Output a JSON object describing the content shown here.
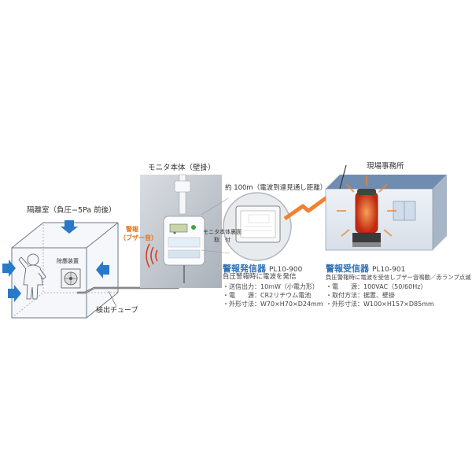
{
  "room": {
    "label": "隔離室（負圧−5Pa 前後）",
    "device_label": "除塵装置"
  },
  "tube_label": "検出チューブ",
  "monitor": {
    "title": "モニタ本体（壁掛）",
    "alarm_label_1": "警報",
    "alarm_label_2": "（ブザー音）"
  },
  "callout": {
    "line1": "モニタ本体裏面",
    "line2": "取　付"
  },
  "range_label": "約 100m（電波到達見通し距離）",
  "office_label": "現場事務所",
  "transmitter": {
    "name": "警報発信器",
    "model": "PL10-900",
    "desc": "負圧警報時に電波を発信",
    "specs": [
      "・送信出力：10mW（小電力形）",
      "・電　　源：CR2リチウム電池",
      "・外形寸法：W70×H70×D24mm"
    ]
  },
  "receiver": {
    "name": "警報受信器",
    "model": "PL10-901",
    "desc": "負圧警報時に電波を受信しブザー音鳴動／赤ランプ点滅",
    "specs": [
      "・電　　源：100VAC（50/60Hz）",
      "・取付方法：据置、壁掛",
      "・外形寸法：W100×H157×D85mm"
    ]
  },
  "colors": {
    "accent_blue": "#2a6fb5",
    "alarm_orange": "#e8741a",
    "lamp_red": "#d9361c"
  }
}
